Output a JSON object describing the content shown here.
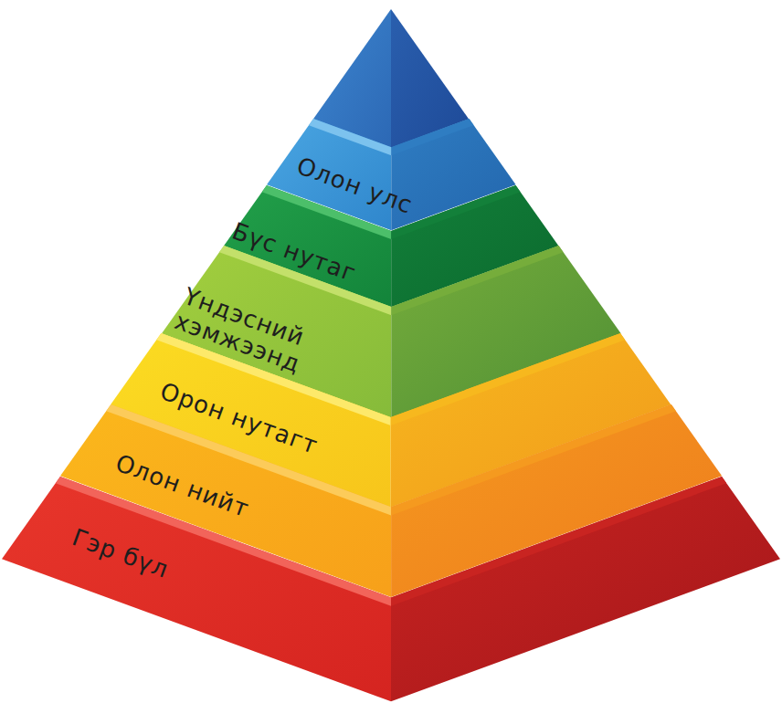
{
  "diagram": {
    "nodes": [
      {
        "text": [
          "Олон улс"
        ]
      },
      {
        "text": [
          "Бүс нутаг"
        ]
      },
      {
        "text": [
          "Үндэсний хэмжээнд"
        ]
      },
      {
        "text": [
          "Орон нутагт"
        ]
      },
      {
        "text": [
          "Олон нийт"
        ]
      },
      {
        "text": [
          "Гэр бүл"
        ]
      }
    ]
  }
}
